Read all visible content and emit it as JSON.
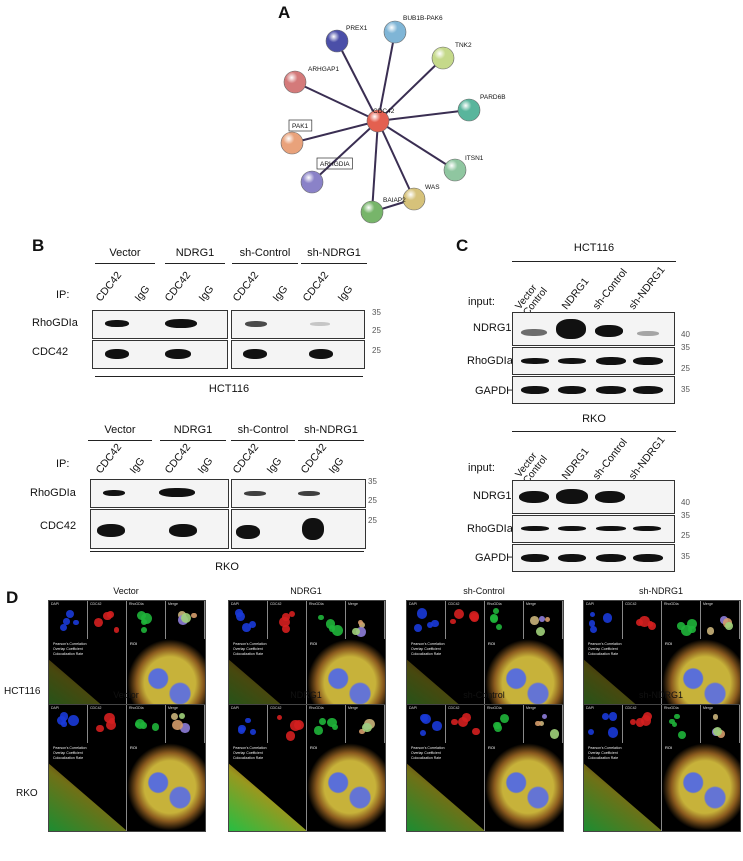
{
  "panel_a": {
    "label": "A",
    "center": "CDC42",
    "nodes": [
      {
        "name": "PREX1",
        "color": "#4b4fa8"
      },
      {
        "name": "BUB1B-PAK6",
        "color": "#7fb5d6"
      },
      {
        "name": "TNK2",
        "color": "#c5d98a"
      },
      {
        "name": "ARHGAP1",
        "color": "#d47a7a"
      },
      {
        "name": "PARD6B",
        "color": "#59b59c"
      },
      {
        "name": "PAK1",
        "color": "#e9a27b"
      },
      {
        "name": "ITSN1",
        "color": "#8fc6a0"
      },
      {
        "name": "ARHGDIA",
        "color": "#8a82c8"
      },
      {
        "name": "WAS",
        "color": "#d6c27a"
      },
      {
        "name": "BAIAP2",
        "color": "#77b56a"
      }
    ],
    "center_color": "#e36050"
  },
  "panel_b": {
    "label": "B",
    "top": {
      "groups": [
        "Vector",
        "NDRG1",
        "sh-Control",
        "sh-NDRG1"
      ],
      "ip_label": "IP:",
      "lanes": [
        "CDC42",
        "IgG",
        "CDC42",
        "IgG",
        "CDC42",
        "IgG",
        "CDC42",
        "IgG"
      ],
      "rows": [
        "RhoGDIa",
        "CDC42"
      ],
      "markers_row1": [
        "35",
        "25"
      ],
      "markers_row2": [
        "25"
      ],
      "cell_line": "HCT116"
    },
    "bottom": {
      "groups": [
        "Vector",
        "NDRG1",
        "sh-Control",
        "sh-NDRG1"
      ],
      "ip_label": "IP:",
      "lanes": [
        "CDC42",
        "IgG",
        "CDC42",
        "IgG",
        "CDC42",
        "IgG",
        "CDC42",
        "IgG"
      ],
      "rows": [
        "RhoGDIa",
        "CDC42"
      ],
      "markers_row1": [
        "35",
        "25"
      ],
      "markers_row2": [
        "25"
      ],
      "cell_line": "RKO"
    }
  },
  "panel_c": {
    "label": "C",
    "top": {
      "cell_line": "HCT116",
      "input_label": "input:",
      "lanes": [
        "Vector Control",
        "NDRG1",
        "sh-Control",
        "sh-NDRG1"
      ],
      "rows": [
        "NDRG1",
        "RhoGDIa",
        "GAPDH"
      ],
      "markers": {
        "NDRG1": [
          "40"
        ],
        "RhoGDIa": [
          "35",
          "25"
        ],
        "GAPDH": [
          "35"
        ]
      }
    },
    "bottom": {
      "cell_line": "RKO",
      "input_label": "input:",
      "lanes": [
        "Vector Control",
        "NDRG1",
        "sh-Control",
        "sh-NDRG1"
      ],
      "rows": [
        "NDRG1",
        "RhoGDIa",
        "GAPDH"
      ],
      "markers": {
        "NDRG1": [
          "40"
        ],
        "RhoGDIa": [
          "35",
          "25"
        ],
        "GAPDH": [
          "35"
        ]
      }
    }
  },
  "panel_d": {
    "label": "D",
    "columns": [
      "Vector",
      "NDRG1",
      "sh-Control",
      "sh-NDRG1"
    ],
    "rows": [
      "HCT116",
      "RKO"
    ],
    "channels": [
      "DAPI",
      "CDC42",
      "RhoGDIa",
      "Merge"
    ],
    "roi_label": "ROI",
    "stats": [
      "Pearson's Correlation",
      "Overlap Coefficient",
      "Colocalization Rate"
    ]
  }
}
